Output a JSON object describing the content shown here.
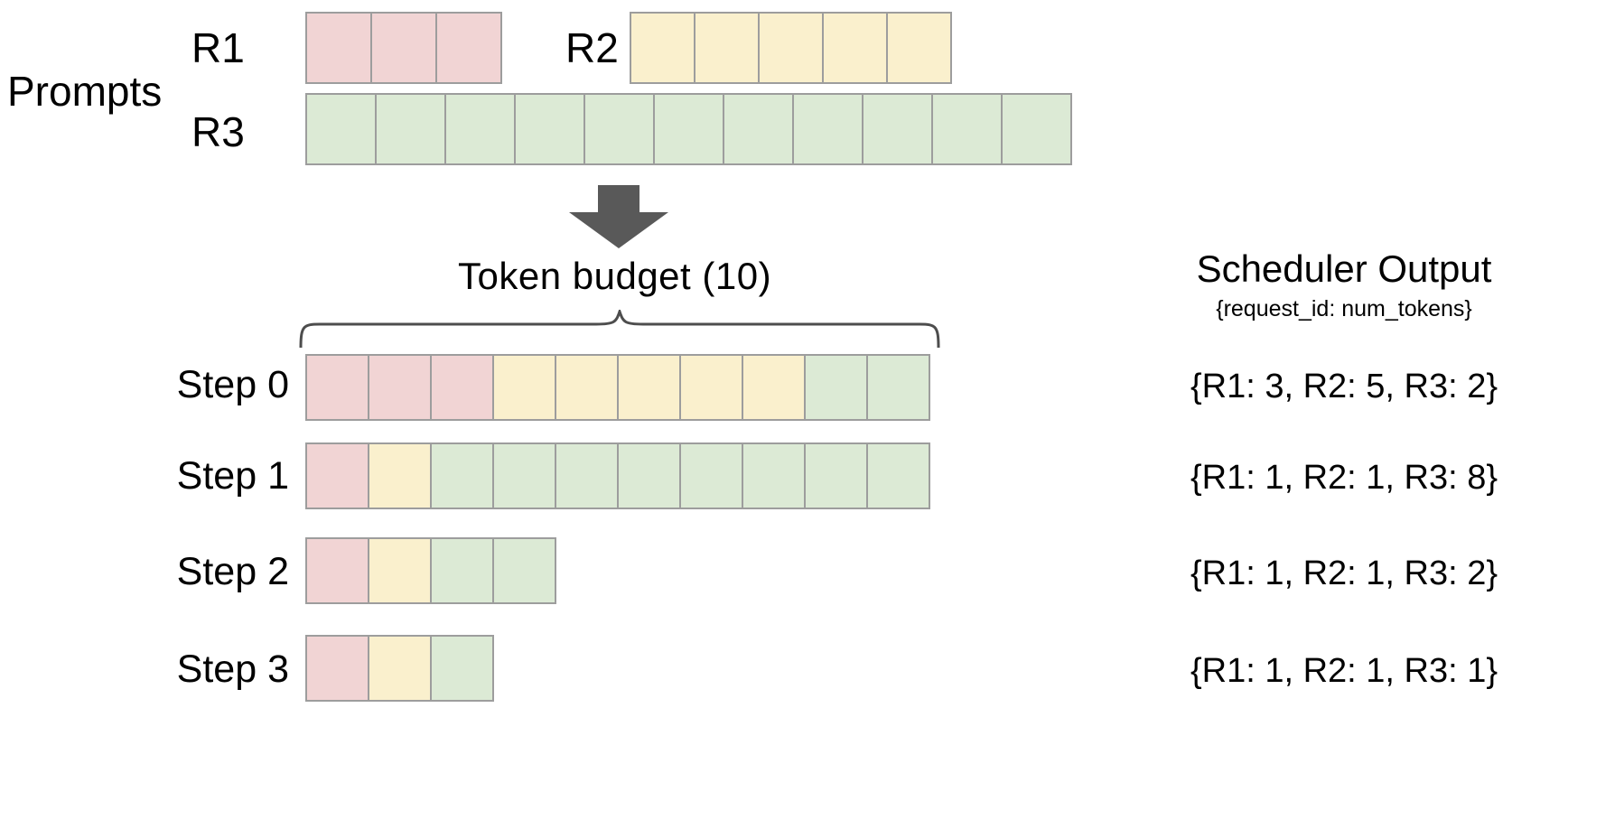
{
  "title": "vLLM continuous batching token budget scheduling diagram",
  "labels": {
    "prompts": "Prompts",
    "token_budget": "Token  budget (10)",
    "scheduler_title": "Scheduler Output",
    "scheduler_subtitle": "{request_id: num_tokens}"
  },
  "colors": {
    "pink": "#f1d4d4",
    "yellow": "#faf0cd",
    "green": "#dcead5",
    "cell_border": "#9d9d9d",
    "arrow": "#595959",
    "brace": "#4d4d4d",
    "text": "#000000",
    "background": "#ffffff"
  },
  "prompts": [
    {
      "id": "R1",
      "label": "R1",
      "color": "pink",
      "tokens": 3
    },
    {
      "id": "R2",
      "label": "R2",
      "color": "yellow",
      "tokens": 5
    },
    {
      "id": "R3",
      "label": "R3",
      "color": "green",
      "tokens": 11
    }
  ],
  "token_budget": 10,
  "steps": [
    {
      "label": "Step 0",
      "segments": [
        {
          "request": "R1",
          "color": "pink",
          "count": 3
        },
        {
          "request": "R2",
          "color": "yellow",
          "count": 5
        },
        {
          "request": "R3",
          "color": "green",
          "count": 2
        }
      ],
      "output": "{R1: 3, R2: 5, R3: 2}"
    },
    {
      "label": "Step 1",
      "segments": [
        {
          "request": "R1",
          "color": "pink",
          "count": 1
        },
        {
          "request": "R2",
          "color": "yellow",
          "count": 1
        },
        {
          "request": "R3",
          "color": "green",
          "count": 8
        }
      ],
      "output": "{R1: 1, R2: 1, R3: 8}"
    },
    {
      "label": "Step 2",
      "segments": [
        {
          "request": "R1",
          "color": "pink",
          "count": 1
        },
        {
          "request": "R2",
          "color": "yellow",
          "count": 1
        },
        {
          "request": "R3",
          "color": "green",
          "count": 2
        }
      ],
      "output": "{R1: 1, R2: 1, R3: 2}"
    },
    {
      "label": "Step 3",
      "segments": [
        {
          "request": "R1",
          "color": "pink",
          "count": 1
        },
        {
          "request": "R2",
          "color": "yellow",
          "count": 1
        },
        {
          "request": "R3",
          "color": "green",
          "count": 1
        }
      ],
      "output": "{R1: 1, R2: 1, R3: 1}"
    }
  ],
  "icons": {
    "down_arrow": "down-arrow-icon",
    "curly_brace": "curly-brace-icon"
  }
}
